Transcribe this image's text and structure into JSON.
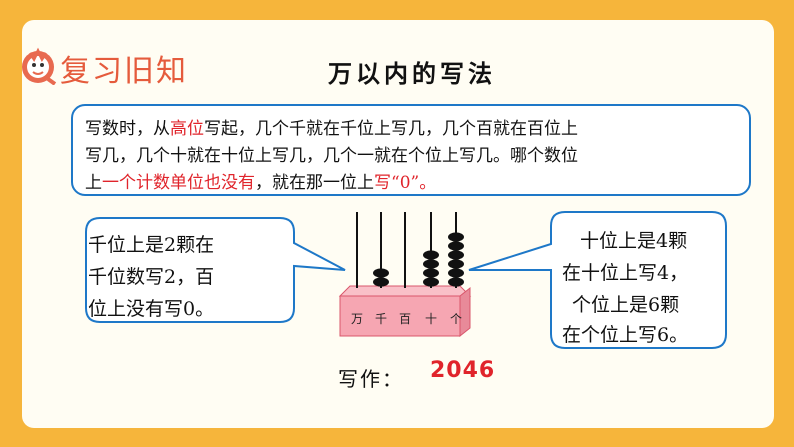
{
  "header": {
    "section_title": "复习旧知",
    "page_title": "万以内的写法"
  },
  "rule": {
    "line1_a": "写数时，从",
    "line1_red": "高位",
    "line1_b": "写起，几个千就在千位上写几，几个百就在百位上",
    "line2": "写几，几个十就在十位上写几，几个一就在个位上写几。哪个数位",
    "line3_a": "上",
    "line3_red": "一个计数单位也没有",
    "line3_b": "，就在那一位上",
    "line3_red2": "写“0”。"
  },
  "left_callout": {
    "line1": "千位上是2颗在",
    "line2": "千位数写2，百",
    "line3": "位上没有写0。"
  },
  "right_callout": {
    "line1": "十位上是4颗",
    "line2": "在十位上写4，",
    "line3": "个位上是6颗",
    "line4": "在个位上写6。"
  },
  "abacus": {
    "labels": [
      "万",
      "千",
      "百",
      "十",
      "个"
    ],
    "beads": [
      0,
      2,
      0,
      4,
      6
    ],
    "base_color": "#F6A6B2",
    "bead_color": "#111111"
  },
  "answer": {
    "label": "写作：",
    "value": "2046"
  },
  "colors": {
    "frame": "#F6B53B",
    "accent_red": "#E0242B",
    "box_border": "#1E78C8"
  }
}
